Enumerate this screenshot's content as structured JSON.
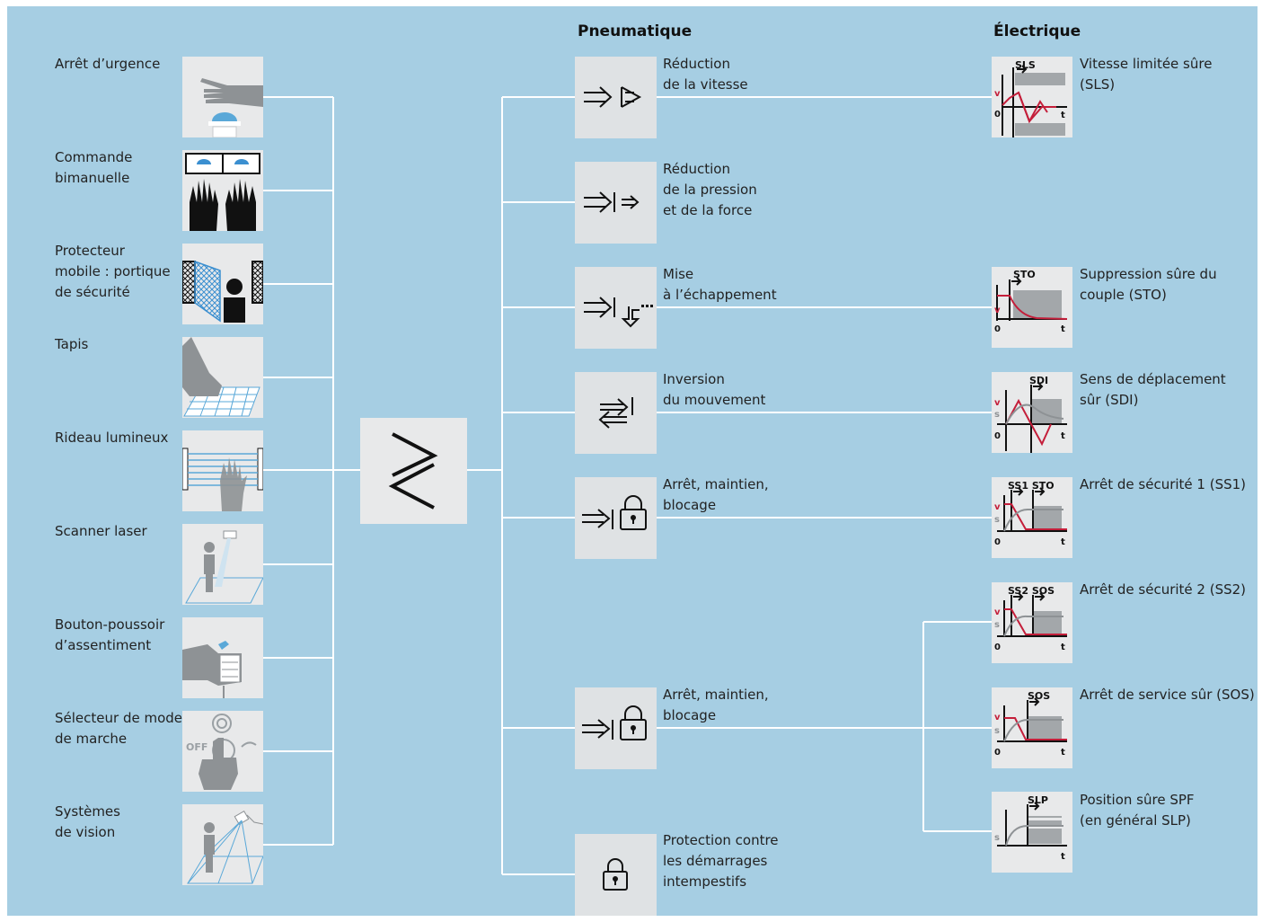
{
  "headers": {
    "pneumatic": "Pneumatique",
    "electric": "Électrique"
  },
  "inputs": [
    {
      "label": "Arrêt d’urgence",
      "icon": "emergency-stop-icon"
    },
    {
      "label": "Commande\nbimanuelle",
      "icon": "two-hand-control-icon"
    },
    {
      "label": "Protecteur\nmobile : portique\nde sécurité",
      "icon": "safety-gate-icon"
    },
    {
      "label": "Tapis",
      "icon": "safety-mat-icon"
    },
    {
      "label": "Rideau lumineux",
      "icon": "light-curtain-icon"
    },
    {
      "label": "Scanner laser",
      "icon": "laser-scanner-icon"
    },
    {
      "label": "Bouton-poussoir\nd’assentiment",
      "icon": "enabling-button-icon"
    },
    {
      "label": "Sélecteur de mode\nde marche",
      "icon": "mode-selector-icon"
    },
    {
      "label": "Systèmes\nde vision",
      "icon": "vision-system-icon"
    }
  ],
  "center": {
    "icon": "safety-controller-icon"
  },
  "pneumatic": [
    {
      "label": "Réduction\nde la vitesse",
      "icon": "speed-reduction-icon"
    },
    {
      "label": "Réduction\nde la pression\net de la force",
      "icon": "pressure-reduction-icon"
    },
    {
      "label": "Mise\nà l’échappement",
      "icon": "exhaust-icon"
    },
    {
      "label": "Inversion\ndu mouvement",
      "icon": "motion-reversal-icon"
    },
    {
      "label": "Arrêt, maintien,\nblocage",
      "icon": "stop-hold-lock-icon"
    },
    {
      "label": "Arrêt, maintien,\nblocage",
      "icon": "stop-hold-lock-icon"
    },
    {
      "label": "Protection contre\nles démarrages\nintempestifs",
      "icon": "lock-icon"
    }
  ],
  "electric": [
    {
      "label": "Vitesse limitée sûre\n(SLS)",
      "tag": "SLS",
      "axis": [
        "v",
        "0",
        "t"
      ]
    },
    {
      "label": "Suppression sûre du\ncouple (STO)",
      "tag": "STO",
      "axis": [
        "v",
        "0",
        "t"
      ]
    },
    {
      "label": "Sens de déplacement\nsûr (SDI)",
      "tag": "SDI",
      "axis": [
        "v",
        "s",
        "0",
        "t"
      ]
    },
    {
      "label": "Arrêt de sécurité 1 (SS1)",
      "tag": "SS1 STO",
      "axis": [
        "v",
        "s",
        "0",
        "t"
      ]
    },
    {
      "label": "Arrêt de sécurité 2 (SS2)",
      "tag": "SS2 SOS",
      "axis": [
        "v",
        "s",
        "0",
        "t"
      ]
    },
    {
      "label": "Arrêt de service sûr (SOS)",
      "tag": "SOS",
      "axis": [
        "v",
        "s",
        "0",
        "t"
      ]
    },
    {
      "label": "Position sûre SPF\n(en général SLP)",
      "tag": "SLP",
      "axis": [
        "s",
        "t"
      ]
    }
  ],
  "colors": {
    "background": "#a6cee3",
    "box": "#e8e9ea",
    "line": "#ffffff",
    "red": "#c41e3a",
    "gray": "#9aa0a4",
    "blue_icon": "#5aa8d8"
  }
}
